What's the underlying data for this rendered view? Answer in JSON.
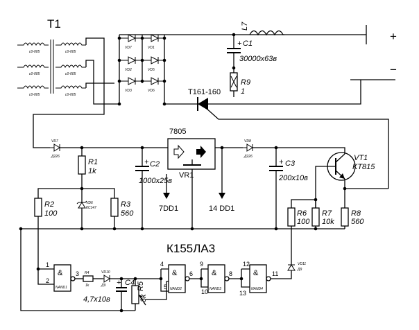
{
  "transformer": {
    "label": "T1",
    "winding_labels": [
      "с0-005",
      "с0-005",
      "с0-005",
      "с0-005",
      "с0-005",
      "с0-005"
    ]
  },
  "bridge": {
    "diode_labels": [
      "VD7",
      "VD2",
      "VD3",
      "VD1",
      "VD5",
      "VD6"
    ]
  },
  "inductor": {
    "label": "L7"
  },
  "c1": {
    "label": "C1",
    "value": "30000x63в"
  },
  "r9": {
    "label": "R9",
    "value": "1"
  },
  "thyristor": {
    "label": "T161-160"
  },
  "terminals": {
    "plus": "+",
    "minus": "−"
  },
  "regulator": {
    "label": "7805",
    "ref": "VR1"
  },
  "vd7": {
    "label": "VD7",
    "type": "Д226"
  },
  "vd8": {
    "label": "VD8",
    "type": "Д226"
  },
  "r1": {
    "label": "R1",
    "value": "1k"
  },
  "c2": {
    "label": "C2",
    "value": "1000x25в"
  },
  "c3": {
    "label": "C3",
    "value": "200x10в"
  },
  "vt1": {
    "label": "VT1",
    "type": "KT815"
  },
  "r2": {
    "label": "R2",
    "value": "100"
  },
  "r3": {
    "label": "R3",
    "value": "560"
  },
  "vd6": {
    "label": "VD6",
    "type": "КС147"
  },
  "pwr": {
    "pin7": "7DD1",
    "pin14": "14 DD1"
  },
  "r6": {
    "label": "R6",
    "value": "100"
  },
  "r7": {
    "label": "R7",
    "value": "10k"
  },
  "r8": {
    "label": "R8",
    "value": "560"
  },
  "ic": {
    "label": "К155ЛА3"
  },
  "nand": {
    "g1": "&",
    "g2": "&",
    "g3": "&",
    "g4": "&",
    "n1": "NAND1",
    "n2": "NAND2",
    "n3": "NAND3",
    "n4": "NAND4"
  },
  "pins": {
    "p1": "1",
    "p2": "2",
    "p3": "3",
    "p4": "4",
    "p5": "5",
    "p6": "6",
    "p8": "8",
    "p9": "9",
    "p10": "10",
    "p11": "11",
    "p12": "12",
    "p13": "13"
  },
  "r4": {
    "label": "R4",
    "value": "1k"
  },
  "vd10": {
    "label": "VD10",
    "type": "Д9"
  },
  "c4": {
    "label": "C4",
    "value": "4,7x10в"
  },
  "r5": {
    "label": "R5",
    "value": "3k"
  },
  "vd11": {
    "label": "VD11",
    "type": "Д9"
  }
}
